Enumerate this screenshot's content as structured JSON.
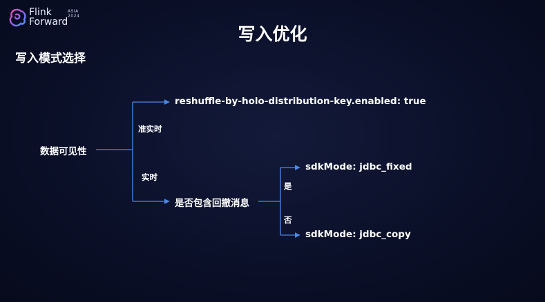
{
  "logo": {
    "line1": "Flink",
    "line2": "Forward",
    "badge_line1": "ASIA",
    "badge_line2": "2024"
  },
  "slide": {
    "title": "写入优化",
    "subtitle": "写入模式选择"
  },
  "diagram": {
    "root": "数据可见性",
    "branch_near_realtime_label": "准实时",
    "branch_realtime_label": "实时",
    "option_reshuffle": "reshuffle-by-holo-distribution-key.enabled: true",
    "question_retract": "是否包含回撤消息",
    "yes_label": "是",
    "no_label": "否",
    "option_fixed": "sdkMode: jdbc_fixed",
    "option_copy": "sdkMode: jdbc_copy"
  },
  "colors": {
    "connector": "#4a88e8",
    "background": "#0b1029",
    "text": "#ffffff"
  }
}
